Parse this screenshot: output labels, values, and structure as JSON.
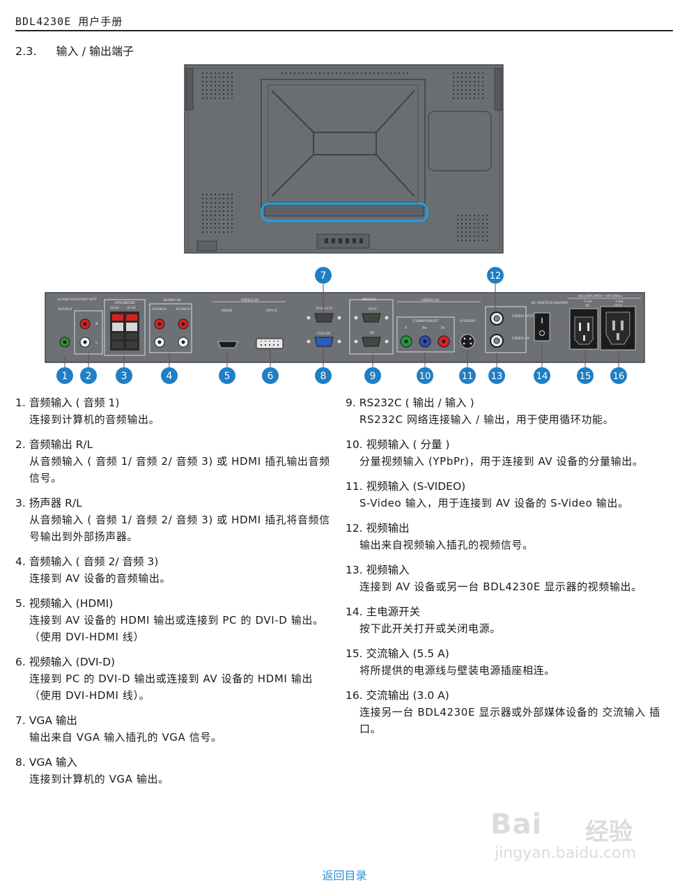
{
  "header": {
    "title": "BDL4230E 用户手册"
  },
  "section": {
    "number": "2.3.",
    "title": "输入 / 输出端子"
  },
  "figure": {
    "callouts": [
      "1",
      "2",
      "3",
      "4",
      "5",
      "6",
      "7",
      "8",
      "9",
      "10",
      "11",
      "12",
      "13",
      "14",
      "15",
      "16"
    ],
    "panel_labels": {
      "audio_in": "AUDIO IN",
      "audio_out": "AUDIO OUT",
      "audio1": "AUDIO1",
      "speakers": "SPEAKERS",
      "ohm_l": "(8 Ω)",
      "ohm_r": "(8 Ω)",
      "audio_in2": "AUDIO IN",
      "audio2": "AUDIO2",
      "audio3": "AUDIO3",
      "r": "R",
      "l": "L",
      "video_in": "VIDEO IN",
      "hdmi": "HDMI",
      "dvid": "DVI-D",
      "vga_out": "VGA OUT",
      "vga_in": "VGA IN",
      "rs232c": "RS232C",
      "out": "OUT",
      "in": "IN",
      "video_in2": "VIDEO IN",
      "component": "COMPONENT",
      "y": "Y",
      "pb": "Pb",
      "pr": "Pr",
      "svideo": "S-VIDEO",
      "video_out": "VIDEO OUT",
      "video_in3": "VIDEO IN",
      "ac_switch": "AC SWITCH ON/OFF",
      "ac_rating": "AC(100-240V~ 50-50Hz)",
      "amp_in": "5.5A",
      "amp_out": "3.0A",
      "ac_in": "IN",
      "ac_out": "OUT"
    }
  },
  "items_left": [
    {
      "title": "1. 音频输入 ( 音频 1)",
      "desc": "连接到计算机的音频输出。"
    },
    {
      "title": "2. 音频输出 R/L",
      "desc": "从音频输入 ( 音频 1/ 音频 2/ 音频 3) 或 HDMI 插孔输出音频信号。"
    },
    {
      "title": "3. 扬声器 R/L",
      "desc": "从音频输入 ( 音频 1/ 音频 2/ 音频 3) 或 HDMI 插孔将音频信号输出到外部扬声器。"
    },
    {
      "title": "4. 音频输入 ( 音频 2/ 音频 3)",
      "desc": "连接到 AV 设备的音频输出。"
    },
    {
      "title": "5. 视频输入 (HDMI)",
      "desc": "连接到 AV 设备的 HDMI 输出或连接到 PC 的 DVI-D 输出。 （使用 DVI-HDMI 线）"
    },
    {
      "title": "6. 视频输入 (DVI-D)",
      "desc": "连接到 PC 的 DVI-D 输出或连接到 AV 设备的 HDMI 输出 （使用 DVI-HDMI 线）。"
    },
    {
      "title": "7. VGA 输出",
      "desc": "输出来自 VGA 输入插孔的 VGA 信号。"
    },
    {
      "title": "8. VGA 输入",
      "desc": "连接到计算机的 VGA 输出。"
    }
  ],
  "items_right": [
    {
      "title": "9. RS232C ( 输出 / 输入 )",
      "desc": "RS232C 网络连接输入 / 输出，用于使用循环功能。"
    },
    {
      "title": "10. 视频输入 ( 分量 )",
      "desc": "分量视频输入 (YPbPr)，用于连接到 AV 设备的分量输出。"
    },
    {
      "title": "11. 视频输入 (S-VIDEO)",
      "desc": "S-Video 输入，用于连接到 AV 设备的 S-Video 输出。"
    },
    {
      "title": "12. 视频输出",
      "desc": "输出来自视频输入插孔的视频信号。"
    },
    {
      "title": "13. 视频输入",
      "desc": "连接到 AV 设备或另一台 BDL4230E 显示器的视频输出。"
    },
    {
      "title": "14. 主电源开关",
      "desc": "按下此开关打开或关闭电源。"
    },
    {
      "title": "15. 交流输入 (5.5 A)",
      "desc": "将所提供的电源线与壁装电源插座相连。"
    },
    {
      "title": "16. 交流输出 (3.0 A)",
      "desc": "连接另一台 BDL4230E 显示器或外部媒体设备的 交流输入 插口。"
    }
  ],
  "watermark": {
    "brand": "Bai",
    "brand_cn": "经验",
    "url": "jingyan.baidu.com"
  },
  "footer": {
    "back_link": "返回目录"
  },
  "colors": {
    "callout": "#1f7fc4",
    "highlight": "#19a5e8",
    "link": "#2b8fd6"
  }
}
